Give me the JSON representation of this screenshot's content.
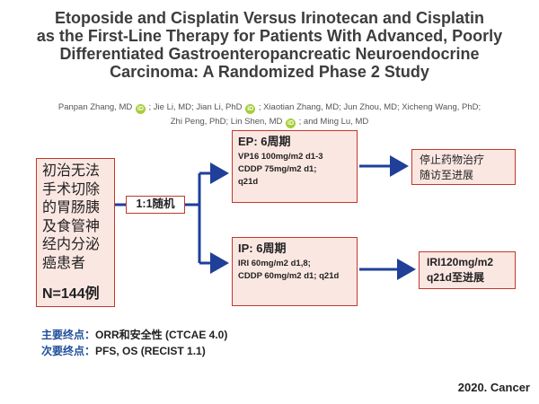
{
  "title_lines": [
    "Etoposide and Cisplatin Versus Irinotecan and Cisplatin",
    "as the First-Line Therapy for Patients With Advanced, Poorly",
    "Differentiated Gastroenteropancreatic Neuroendocrine",
    "Carcinoma: A Randomized Phase 2 Study"
  ],
  "authors": {
    "line1": {
      "a": "Panpan Zhang, MD",
      "b": "; Jie Li, MD; Jian Li, PhD",
      "c": "; Xiaotian Zhang, MD; Jun Zhou, MD; Xicheng Wang, PhD;"
    },
    "line2": {
      "a": "Zhi Peng, PhD; Lin Shen, MD",
      "b": "; and Ming Lu, MD"
    },
    "orcid_mark": "iD"
  },
  "patients": {
    "lines": [
      "初治无法",
      "手术切除",
      "的胃肠胰",
      "及食管神",
      "经内分泌",
      "癌患者"
    ],
    "n": "N=144例"
  },
  "randomization": "1:1随机",
  "arms": {
    "ep": {
      "head": "EP: 6周期",
      "lines": [
        "VP16 100mg/m2 d1-3",
        "CDDP 75mg/m2 d1;",
        "q21d"
      ]
    },
    "ip": {
      "head": "IP: 6周期",
      "lines": [
        "IRI 60mg/m2 d1,8;",
        "CDDP 60mg/m2 d1; q21d"
      ]
    }
  },
  "outcomes": {
    "ep": [
      "停止药物治疗",
      "随访至进展"
    ],
    "ip": [
      "IRI120mg/m2",
      "q21d至进展"
    ]
  },
  "endpoints": {
    "primary_label": "主要终点：",
    "primary_value": "ORR和安全性 (CTCAE 4.0)",
    "secondary_label": "次要终点：",
    "secondary_value": "PFS, OS (RECIST 1.1)"
  },
  "citation": "2020. Cancer",
  "colors": {
    "box_border": "#c0392b",
    "box_fill": "#fbe7e2",
    "arrow": "#1f3f99",
    "endpoint_label": "#1f4e9c"
  }
}
